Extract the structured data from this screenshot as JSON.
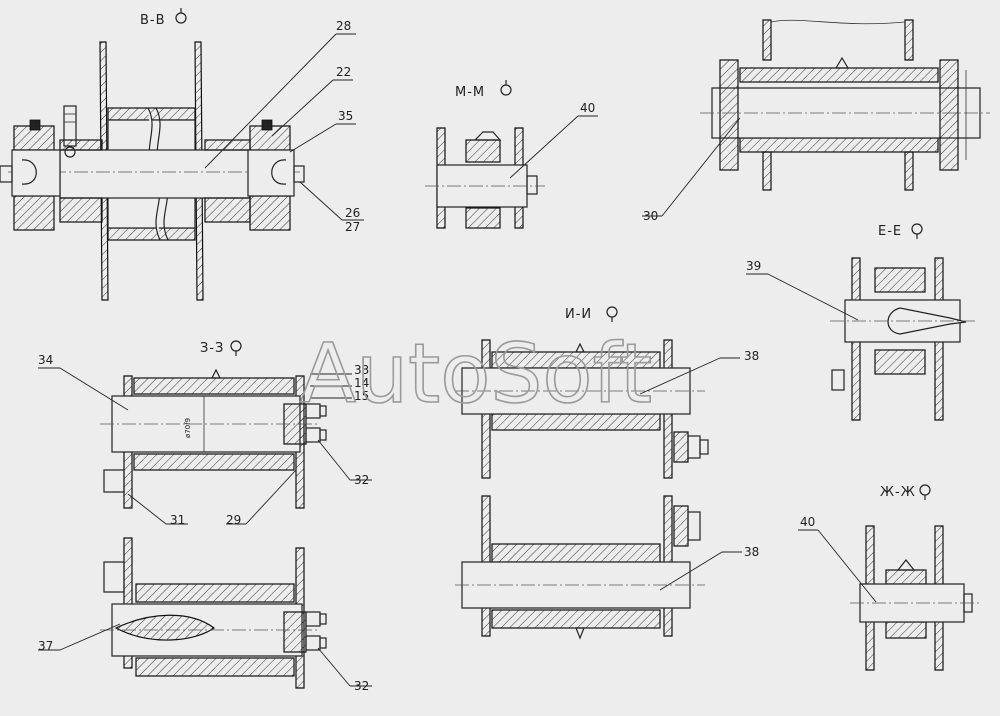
{
  "watermark": "AutoSoft",
  "sections": {
    "bb": "В-В",
    "mm": "М-М",
    "ee": "Е-Е",
    "ii": "И-И",
    "zz": "З-З",
    "zhzh": "Ж-Ж"
  },
  "callouts": {
    "c28": "28",
    "c22": "22",
    "c35": "35",
    "c26": "26",
    "c27": "27",
    "c40a": "40",
    "c30": "30",
    "c39": "39",
    "c34": "34",
    "c33": "33",
    "c14": "14",
    "c15": "15",
    "c32a": "32",
    "c31": "31",
    "c29": "29",
    "c38a": "38",
    "c38b": "38",
    "c40b": "40",
    "c37": "37",
    "c32b": "32"
  },
  "dimension_text": "ø70f9"
}
